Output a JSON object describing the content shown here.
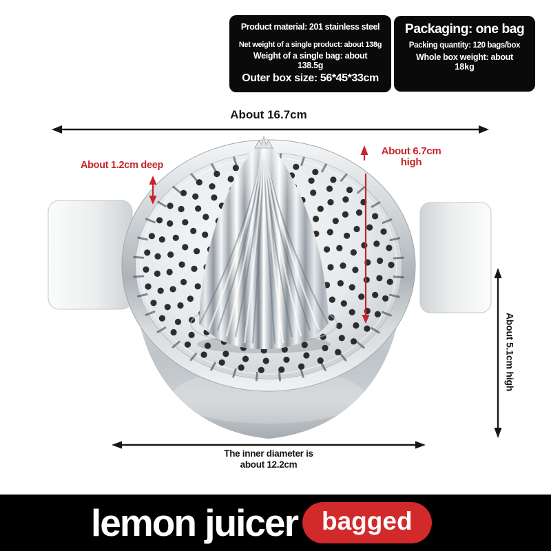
{
  "spec_left": {
    "lines": [
      "Product material: 201 stainless steel",
      "Net weight of a single product: about 138g",
      "Weight of a single bag: about",
      "138.5g",
      "Outer box size: 56*45*33cm"
    ]
  },
  "spec_right": {
    "lines": [
      "Packaging: one bag",
      "Packing quantity: 120 bags/box",
      "Whole box weight: about",
      "18kg"
    ]
  },
  "dimensions": {
    "overall_width": "About 16.7cm",
    "rim_depth": "About 1.2cm deep",
    "cone_height_line1": "About 6.7cm",
    "cone_height_line2": "high",
    "bowl_height": "About 5.1cm high",
    "inner_diameter_line1": "The inner diameter is",
    "inner_diameter_line2": "about 12.2cm"
  },
  "banner": {
    "title": "lemon juicer",
    "badge": "bagged"
  },
  "colors": {
    "accent_red": "#c8232a",
    "badge_red": "#d2292a",
    "spec_box_bg": "#0a0a0a",
    "banner_bg": "#000000"
  }
}
